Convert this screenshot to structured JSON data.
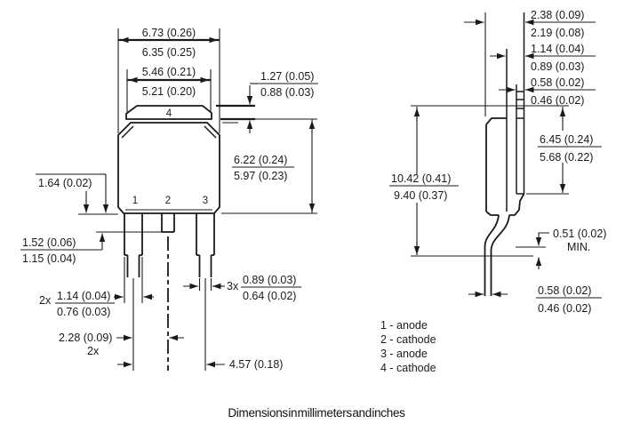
{
  "colors": {
    "line": "#1a1a1a",
    "background": "#ffffff"
  },
  "caption": "Dimensions in millimeters and inches",
  "front_view": {
    "pin_labels": {
      "pin1": "1",
      "pin2": "2",
      "pin3": "3",
      "pin4": "4"
    },
    "overall_width": {
      "max": "6.73 (0.26)",
      "min": "6.35 (0.25)"
    },
    "tab_width": {
      "max": "5.46 (0.21)",
      "min": "5.21 (0.20)"
    },
    "tab_height": {
      "max": "1.27 (0.05)",
      "min": "0.88 (0.03)"
    },
    "body_height": {
      "max": "6.22 (0.24)",
      "min": "5.97 (0.23)"
    },
    "edge_offset": {
      "value": "1.64 (0.02)"
    },
    "center_lead_length": {
      "max": "1.52 (0.06)",
      "min": "1.15 (0.04)"
    },
    "outer_lead_width": {
      "qty": "2x",
      "max": "1.14 (0.04)",
      "min": "0.76 (0.03)"
    },
    "lead_pitch": {
      "value": "2.28 (0.09)",
      "qty": "2x"
    },
    "lead_tip_width": {
      "qty": "3x",
      "max": "0.89 (0.03)",
      "min": "0.64 (0.02)"
    },
    "outer_lead_span": {
      "value": "4.57 (0.18)"
    }
  },
  "side_view": {
    "total_thickness": {
      "max": "2.38 (0.09)",
      "min": "2.19 (0.08)"
    },
    "tab_thickness": {
      "max": "1.14 (0.04)",
      "min": "0.89 (0.03)"
    },
    "tab_tip_thickness": {
      "max": "0.58 (0.02)",
      "min": "0.46 (0.02)"
    },
    "tab_length": {
      "max": "6.45 (0.24)",
      "min": "5.68 (0.22)"
    },
    "overall_height": {
      "max": "10.42 (0.41)",
      "min": "9.40 (0.37)"
    },
    "lead_straight": {
      "value": "0.51 (0.02)",
      "qualifier": "MIN."
    },
    "lead_thickness": {
      "max": "0.58 (0.02)",
      "min": "0.46 (0.02)"
    }
  },
  "legend": {
    "items": [
      "1 - anode",
      "2 - cathode",
      "3 - anode",
      "4 - cathode"
    ]
  }
}
